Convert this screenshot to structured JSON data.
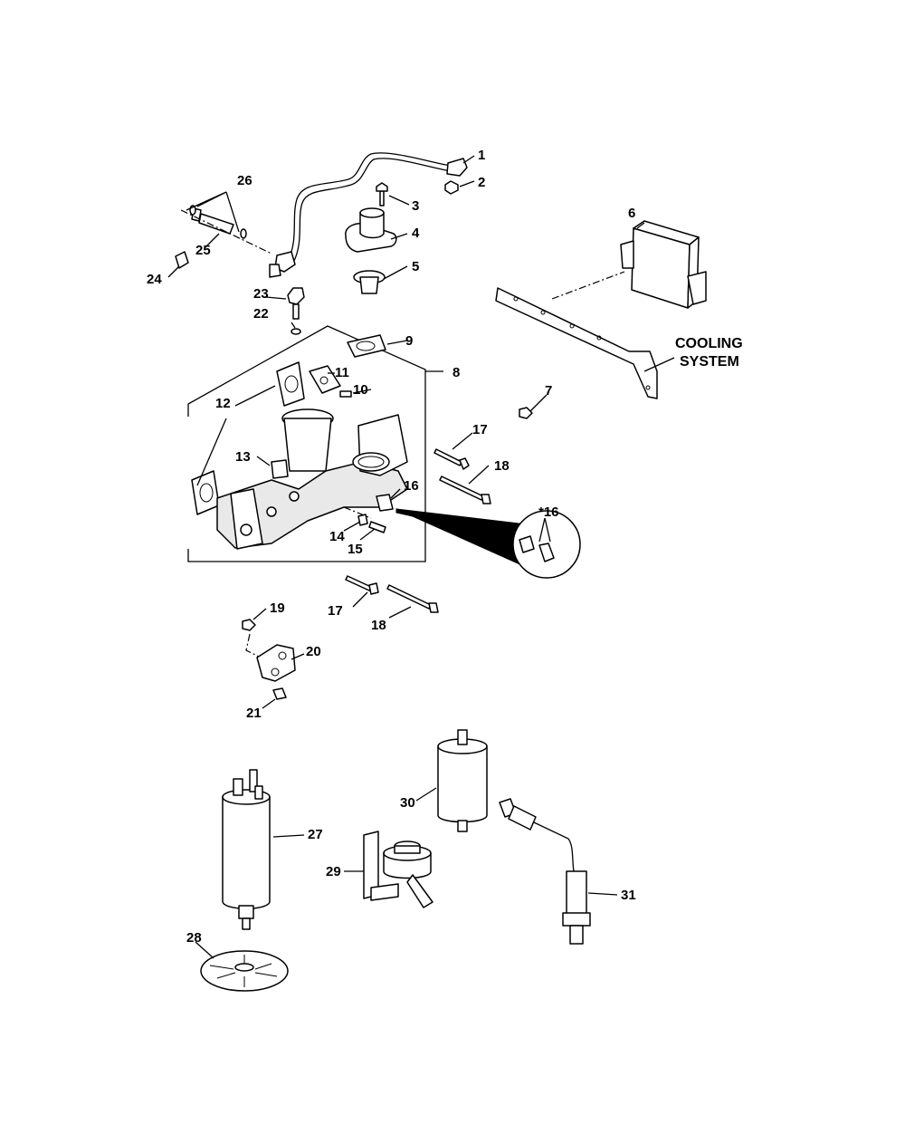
{
  "callouts": [
    "1",
    "2",
    "3",
    "4",
    "5",
    "6",
    "7",
    "8",
    "9",
    "10",
    "11",
    "12",
    "13",
    "14",
    "15",
    "16",
    "17",
    "18",
    "17",
    "18",
    "19",
    "20",
    "21",
    "22",
    "23",
    "24",
    "25",
    "26",
    "27",
    "28",
    "29",
    "30",
    "31"
  ],
  "detail_label": "*16",
  "cooling_system": [
    "COOLING",
    "SYSTEM"
  ]
}
